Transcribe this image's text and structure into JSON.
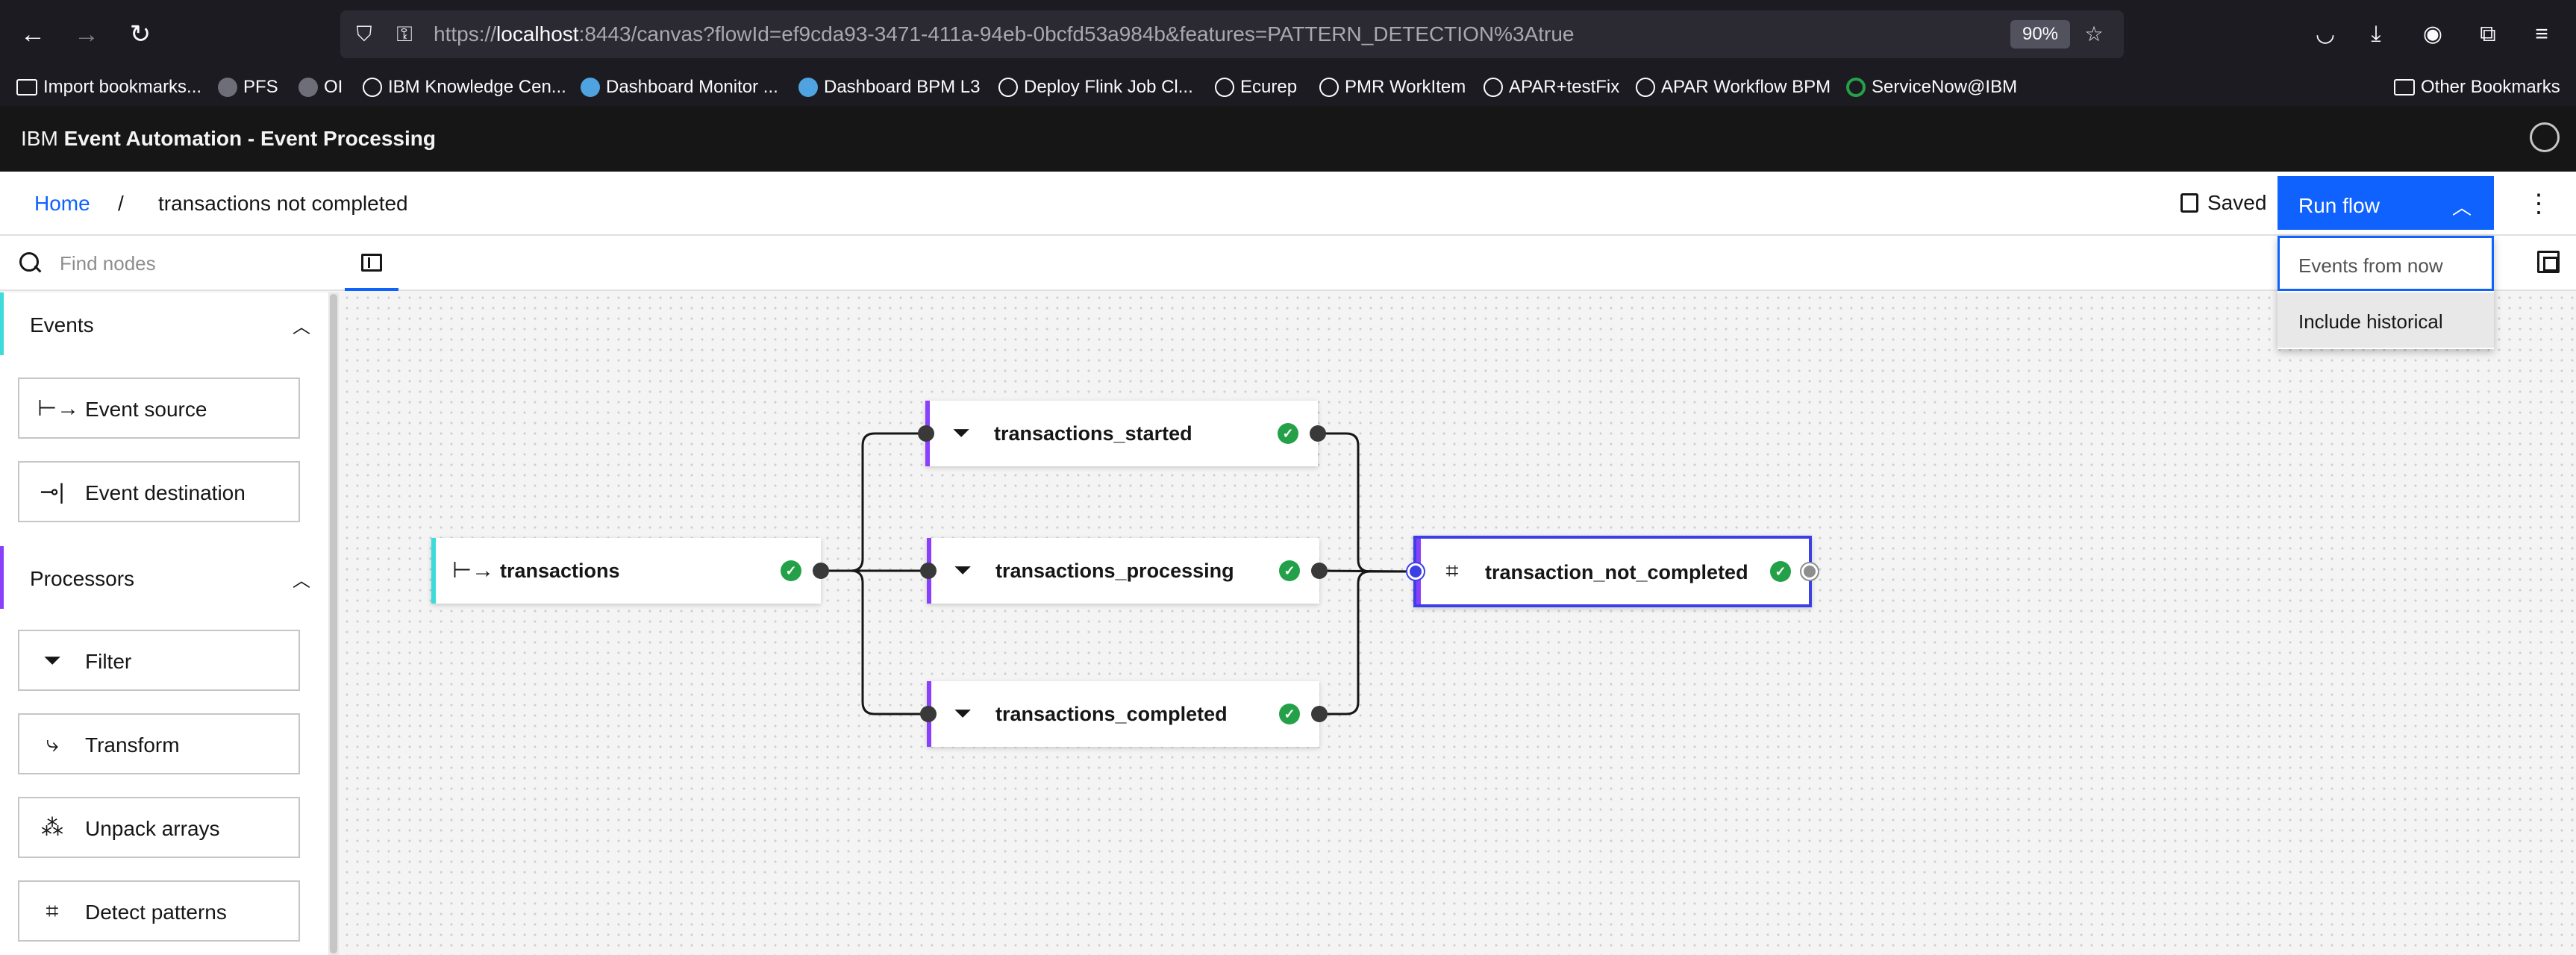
{
  "browser": {
    "url_prefix": "https://",
    "url_host": "localhost",
    "url_rest": ":8443/canvas?flowId=ef9cda93-3471-411a-94eb-0bcfd53a984b&features=PATTERN_DETECTION%3Atrue",
    "zoom": "90%",
    "bookmarks": [
      "Import bookmarks...",
      "PFS",
      "OI",
      "IBM Knowledge Cen...",
      "Dashboard Monitor ...",
      "Dashboard BPM L3",
      "Deploy Flink Job Cl...",
      "Ecurep",
      "PMR WorkItem",
      "APAR+testFix",
      "APAR Workflow BPM",
      "ServiceNow@IBM"
    ],
    "other_bookmarks": "Other Bookmarks"
  },
  "app": {
    "brand": "IBM",
    "product": "Event Automation - Event Processing"
  },
  "breadcrumb": {
    "home": "Home",
    "separator": "/",
    "current": "transactions not completed"
  },
  "toolbar": {
    "saved": "Saved",
    "run_flow": "Run flow"
  },
  "run_menu": {
    "items": [
      "Events from now",
      "Include historical"
    ]
  },
  "palette": {
    "search_placeholder": "Find nodes",
    "sections": [
      {
        "title": "Events",
        "items": [
          "Event source",
          "Event destination"
        ]
      },
      {
        "title": "Processors",
        "items": [
          "Filter",
          "Transform",
          "Unpack arrays",
          "Detect patterns"
        ]
      }
    ]
  },
  "canvas": {
    "nodes": [
      {
        "label": "transactions",
        "kind": "event-source",
        "status": "valid"
      },
      {
        "label": "transactions_started",
        "kind": "filter",
        "status": "valid"
      },
      {
        "label": "transactions_processing",
        "kind": "filter",
        "status": "valid"
      },
      {
        "label": "transactions_completed",
        "kind": "filter",
        "status": "valid"
      },
      {
        "label": "transaction_not_completed",
        "kind": "detect-patterns",
        "status": "valid"
      }
    ]
  },
  "colors": {
    "primary": "#0f62fe",
    "event_accent": "#3ddbd9",
    "processor_accent": "#8a3ffc",
    "valid": "#24a148",
    "selected": "#3b3fe6"
  }
}
